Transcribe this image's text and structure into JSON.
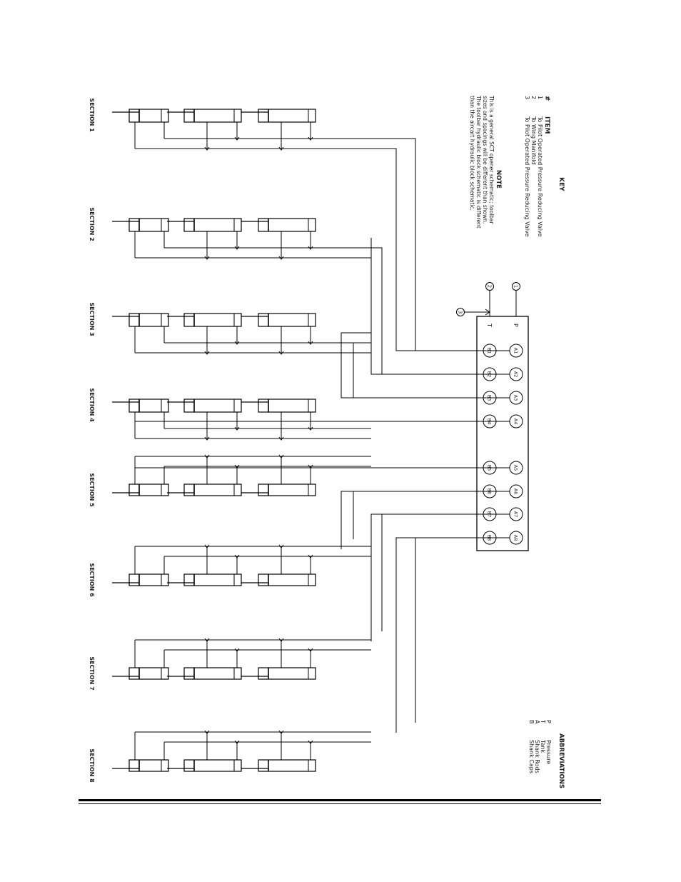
{
  "key": {
    "title": "KEY",
    "item_header": "ITEM",
    "number_header": "#",
    "items": [
      {
        "num": "1",
        "text": "To Pilot Operated Pressure Reducing Valve"
      },
      {
        "num": "2",
        "text": "To Wing Manifold"
      },
      {
        "num": "3",
        "text": "To Pilot Operated Pressure Reducing Valve"
      }
    ]
  },
  "note": {
    "title": "NOTE",
    "lines": [
      "This is a general SCT opener schematic; toolbar",
      "sizes and spacings will be different than shown.",
      "The toolbar hydraulic block schematic is different",
      "than the aircart hydraulic block schematic."
    ]
  },
  "abbreviations": {
    "title": "ABBREVIATIONS",
    "items": [
      {
        "code": "P",
        "text": "Pressure"
      },
      {
        "code": "T",
        "text": "Tank"
      },
      {
        "code": "A",
        "text": "Shank Rods"
      },
      {
        "code": "B",
        "text": "Shank Caps"
      }
    ]
  },
  "block": {
    "p_label": "P",
    "t_label": "T",
    "callouts": [
      "1",
      "2",
      "3"
    ],
    "a_ports": [
      "A1",
      "A2",
      "A3",
      "A4",
      "A5",
      "A6",
      "A7",
      "A8"
    ],
    "b_ports": [
      "B1",
      "B2",
      "B3",
      "B4",
      "B5",
      "B6",
      "B7",
      "B8"
    ]
  },
  "sections": [
    "SECTION 1",
    "SECTION 2",
    "SECTION 3",
    "SECTION 4",
    "SECTION 5",
    "SECTION 6",
    "SECTION 7",
    "SECTION 8"
  ]
}
